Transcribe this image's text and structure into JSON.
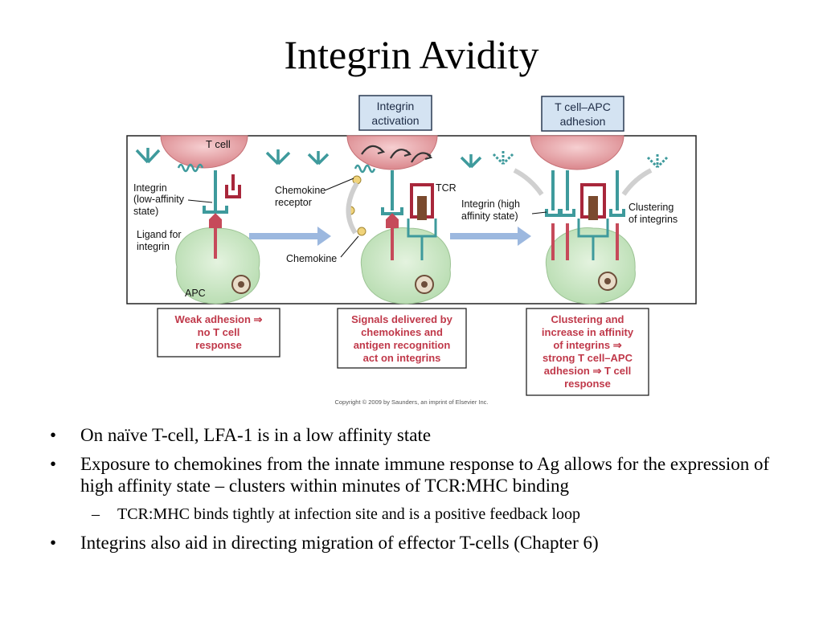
{
  "slide": {
    "title": "Integrin Avidity"
  },
  "figure": {
    "headers": {
      "activation": [
        "Integrin",
        "activation"
      ],
      "adhesion": [
        "T cell–APC",
        "adhesion"
      ]
    },
    "labels": {
      "t_cell": "T cell",
      "integrin_low": [
        "Integrin",
        "(low-affinity",
        "state)"
      ],
      "ligand": [
        "Ligand for",
        "integrin"
      ],
      "apc": "APC",
      "chemokine_receptor": [
        "Chemokine",
        "receptor"
      ],
      "chemokine": "Chemokine",
      "tcr": "TCR",
      "integrin_high": [
        "Integrin (high",
        "affinity state)"
      ],
      "clustering": [
        "Clustering",
        "of integrins"
      ]
    },
    "captions": {
      "weak": [
        "Weak adhesion ⇒",
        "no T cell",
        "response"
      ],
      "signals": [
        "Signals delivered by",
        "chemokines and",
        "antigen recognition",
        "act on integrins"
      ],
      "clustering": [
        "Clustering and",
        "increase in affinity",
        "of integrins ⇒",
        "strong T cell–APC",
        "adhesion ⇒ T cell",
        "response"
      ]
    },
    "copyright": "Copyright © 2009 by Saunders, an imprint of Elsevier Inc.",
    "colors": {
      "tcell": "#e8a3a6",
      "apc": "#cfe8c9",
      "integrin": "#3e9a9c",
      "ligand": "#c64a5a",
      "arrow": "#9cb8df",
      "caption_text": "#c0394a",
      "header_fill": "#d4e3f2"
    }
  },
  "bullets": [
    {
      "level": 1,
      "text": "On naïve T-cell, LFA-1 is in a low affinity state"
    },
    {
      "level": 1,
      "text": "Exposure to chemokines from the innate immune response to Ag allows for the expression of high affinity state – clusters within minutes of TCR:MHC binding"
    },
    {
      "level": 2,
      "text": "TCR:MHC binds tightly at infection site and is a positive feedback loop"
    },
    {
      "level": 1,
      "text": "Integrins also aid in directing migration of effector T-cells (Chapter 6)"
    }
  ],
  "markers": {
    "bullet": "•",
    "dash": "–"
  }
}
